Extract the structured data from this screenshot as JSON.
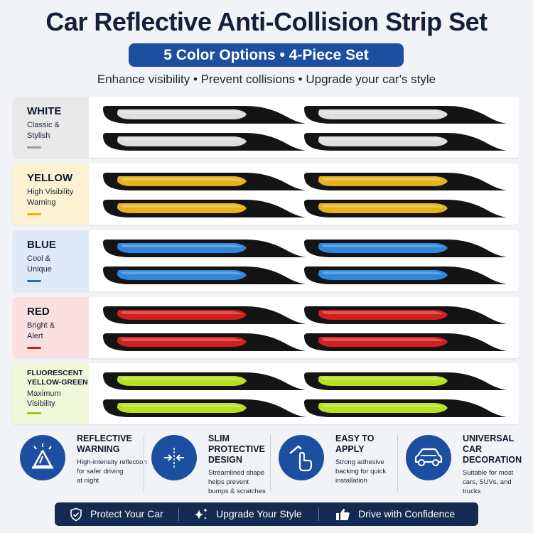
{
  "header": {
    "title": "Car Reflective Anti-Collision Strip Set",
    "badge": "5 Color Options • 4-Piece Set",
    "subtitle": "Enhance visibility • Prevent collisions • Upgrade your car's style"
  },
  "colors": [
    {
      "name": "WHITE",
      "desc1": "Classic &",
      "desc2": "Stylish",
      "accent": "#9a9a9a",
      "panel": "#e9e9ea",
      "strip": "#dedede"
    },
    {
      "name": "YELLOW",
      "desc1": "High Visibility",
      "desc2": "Warning",
      "accent": "#e8b21a",
      "panel": "#fdf3d3",
      "strip": "#e6b31f"
    },
    {
      "name": "BLUE",
      "desc1": "Cool &",
      "desc2": "Unique",
      "accent": "#1e6ec8",
      "panel": "#dfeaf8",
      "strip": "#2f86dd"
    },
    {
      "name": "RED",
      "desc1": "Bright &",
      "desc2": "Alert",
      "accent": "#cf1f24",
      "panel": "#fbe0e0",
      "strip": "#d21f1f"
    },
    {
      "name_line1": "FLUORESCENT",
      "name_line2": "YELLOW-GREEN",
      "desc1": "Maximum",
      "desc2": "Visibility",
      "accent": "#9bc51a",
      "panel": "#f1f8d8",
      "strip": "#b8e021"
    }
  ],
  "features": [
    {
      "title_line1": "REFLECTIVE",
      "title_line2": "WARNING",
      "desc_line1": "High-intensity reflection",
      "desc_line2": "for safer driving",
      "desc_line3": "at night",
      "icon": "warning-light-icon"
    },
    {
      "title_line1": "SLIM",
      "title_line2": "PROTECTIVE",
      "title_line3": "DESIGN",
      "desc_line1": "Streamlined shape",
      "desc_line2": "helps prevent",
      "desc_line3": "bumps & scratches",
      "icon": "slim-arrows-icon"
    },
    {
      "title_line1": "EASY TO",
      "title_line2": "APPLY",
      "desc_line1": "Strong adhesive",
      "desc_line2": "backing for quick",
      "desc_line3": "installation",
      "icon": "hand-press-icon"
    },
    {
      "title_line1": "UNIVERSAL",
      "title_line2": "CAR",
      "title_line3": "DECORATION",
      "desc_line1": "Suitable for most",
      "desc_line2": "cars, SUVs, and",
      "desc_line3": "trucks",
      "icon": "car-icon"
    }
  ],
  "footer": {
    "item1": "Protect Your Car",
    "item2": "Upgrade Your Style",
    "item3": "Drive with Confidence",
    "icons": [
      "shield-check-icon",
      "sparkle-icon",
      "thumbs-up-icon"
    ]
  },
  "theme": {
    "navy": "#152a52",
    "blue": "#1d4fa0",
    "strip_body": "#141414"
  }
}
